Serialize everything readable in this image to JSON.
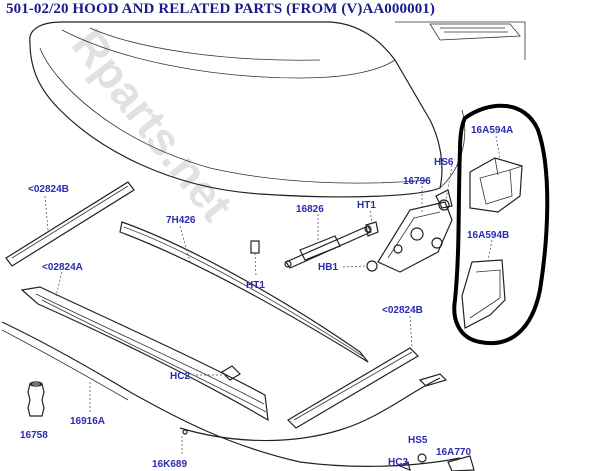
{
  "title": "501-02/20 HOOD AND RELATED PARTS (FROM (V)AA000001)",
  "watermark": "Rparts.net",
  "colors": {
    "label": "#2b2bb0",
    "title": "#1a1a8c",
    "highlight": "#000000"
  },
  "labels": {
    "p16A594A": "16A594A",
    "hs6": "HS6",
    "p16796": "16796",
    "p16A594B": "16A594B",
    "p02824B_top": "<02824B",
    "p7H426": "7H426",
    "p16826": "16826",
    "ht1_upper": "HT1",
    "ht1_lower": "HT1",
    "hb1": "HB1",
    "p02824A": "<02824A",
    "p02824B_right": "<02824B",
    "hc2": "HC2",
    "p16758": "16758",
    "p16916A": "16916A",
    "p16K689": "16K689",
    "hs5": "HS5",
    "p16A770": "16A770",
    "hc3": "HC3"
  }
}
